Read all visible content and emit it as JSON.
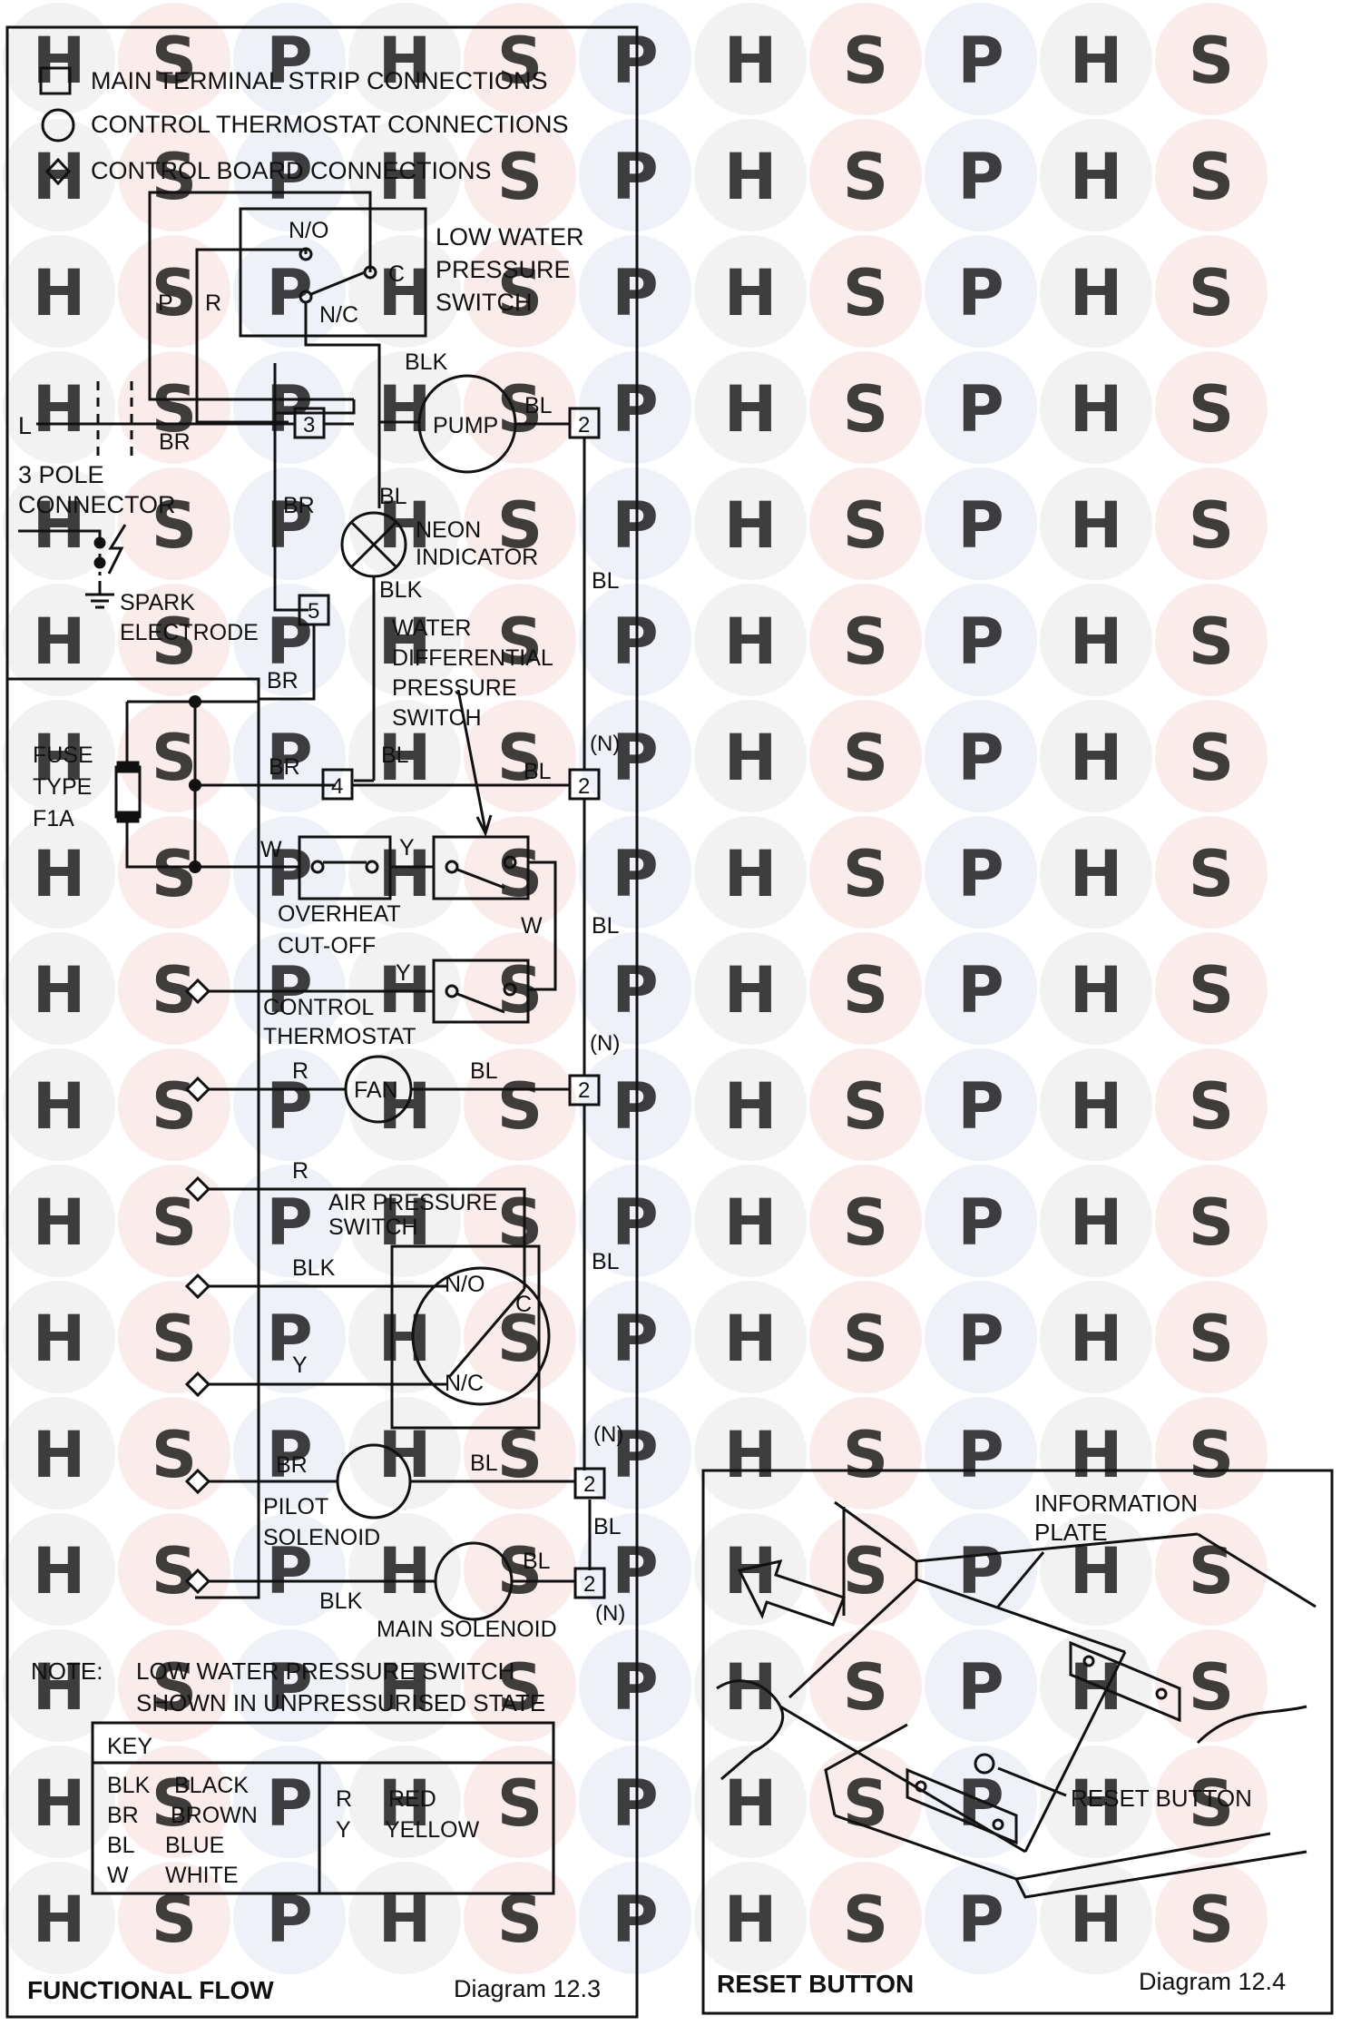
{
  "watermark": {
    "letters": [
      "H",
      "S",
      "P"
    ],
    "colors": [
      "#d9d9d9",
      "#f3c9c9",
      "#cfd8ec"
    ]
  },
  "legend": {
    "main_terminal": "MAIN TERMINAL STRIP CONNECTIONS",
    "control_thermostat": "CONTROL THERMOSTAT CONNECTIONS",
    "control_board": "CONTROL BOARD CONNECTIONS"
  },
  "labels": {
    "no": "N/O",
    "c": "C",
    "nc": "N/C",
    "p": "P",
    "r": "R",
    "low_water_1": "LOW WATER",
    "low_water_2": "PRESSURE",
    "low_water_3": "SWITCH",
    "blk": "BLK",
    "bl": "BL",
    "br": "BR",
    "w": "W",
    "y": "Y",
    "n": "(N)",
    "l": "L",
    "pump": "PUMP",
    "three_pole_1": "3 POLE",
    "three_pole_2": "CONNECTOR",
    "neon_1": "NEON",
    "neon_2": "INDICATOR",
    "spark_1": "SPARK",
    "spark_2": "ELECTRODE",
    "wdps_1": "WATER",
    "wdps_2": "DIFFERENTIAL",
    "wdps_3": "PRESSURE",
    "wdps_4": "SWITCH",
    "fuse_1": "FUSE",
    "fuse_2": "TYPE",
    "fuse_3": "F1A",
    "overheat_1": "OVERHEAT",
    "overheat_2": "CUT-OFF",
    "control_1": "CONTROL",
    "control_2": "THERMOSTAT",
    "fan": "FAN",
    "air_1": "AIR PRESSURE",
    "air_2": "SWITCH",
    "pilot_1": "PILOT",
    "pilot_2": "SOLENOID",
    "main_solenoid": "MAIN SOLENOID"
  },
  "terminals": {
    "t2": "2",
    "t3": "3",
    "t4": "4",
    "t5": "5"
  },
  "note": {
    "prefix": "NOTE:",
    "line1": "LOW WATER PRESSURE SWITCH",
    "line2": "SHOWN IN UNPRESSURISED STATE"
  },
  "key": {
    "title": "KEY",
    "items": [
      {
        "code": "BLK",
        "name": "BLACK"
      },
      {
        "code": "BR",
        "name": "BROWN"
      },
      {
        "code": "BL",
        "name": "BLUE"
      },
      {
        "code": "W",
        "name": "WHITE"
      },
      {
        "code": "R",
        "name": "RED"
      },
      {
        "code": "Y",
        "name": "YELLOW"
      }
    ]
  },
  "diagram_123": {
    "title": "FUNCTIONAL FLOW",
    "number": "Diagram 12.3"
  },
  "diagram_124": {
    "title": "RESET BUTTON",
    "number": "Diagram 12.4",
    "info_1": "INFORMATION",
    "info_2": "PLATE",
    "reset": "RESET BUTTON"
  }
}
